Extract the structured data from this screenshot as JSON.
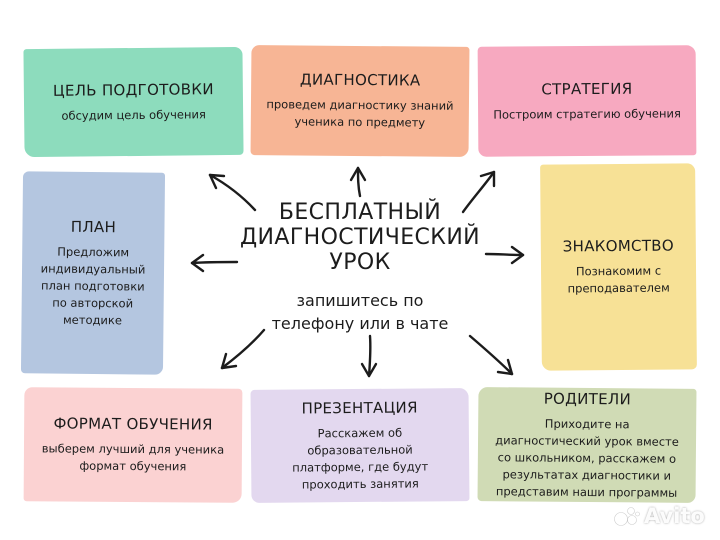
{
  "center": {
    "title_lines": [
      "БЕСПЛАТНЫЙ",
      "ДИАГНОСТИЧЕСКИЙ",
      "УРОК"
    ],
    "subtitle_lines": [
      "запишитесь по",
      "телефону или в чате"
    ]
  },
  "cards": {
    "goal": {
      "title": "ЦЕЛЬ ПОДГОТОВКИ",
      "desc": [
        "обсудим цель обучения"
      ]
    },
    "diagnostics": {
      "title": "ДИАГНОСТИКА",
      "desc": [
        "проведем диагностику знаний",
        "ученика по предмету"
      ]
    },
    "strategy": {
      "title": "СТРАТЕГИЯ",
      "desc": [
        "Построим стратегию обучения"
      ]
    },
    "plan": {
      "title": "ПЛАН",
      "desc": [
        "Предложим",
        "индивидуальный",
        "план подготовки",
        "по авторской",
        "методике"
      ]
    },
    "meeting": {
      "title": "ЗНАКОМСТВО",
      "desc": [
        "Познакомим с",
        "преподавателем"
      ]
    },
    "format": {
      "title": "ФОРМАТ ОБУЧЕНИЯ",
      "desc": [
        "выберем лучший для ученика",
        "формат обучения"
      ]
    },
    "presentation": {
      "title": "ПРЕЗЕНТАЦИЯ",
      "desc": [
        "Расскажем об образовательной",
        "платформе, где будут",
        "проходить занятия"
      ]
    },
    "parents": {
      "title": "РОДИТЕЛИ",
      "desc": [
        "Приходите на",
        "диагностический урок вместе",
        "со школьником, расскажем о",
        "результатах диагностики и",
        "представим наши программы"
      ]
    }
  },
  "watermark": {
    "text": "Avito"
  },
  "colors": {
    "goal": "#8ddcbd",
    "diagnostics": "#f7b595",
    "strategy": "#f7a9c0",
    "plan": "#b4c6e0",
    "meeting": "#f7e196",
    "format": "#fbd2d2",
    "presentation": "#e3d8ef",
    "parents": "#d0dbb5",
    "ink": "#1c1c1c"
  }
}
